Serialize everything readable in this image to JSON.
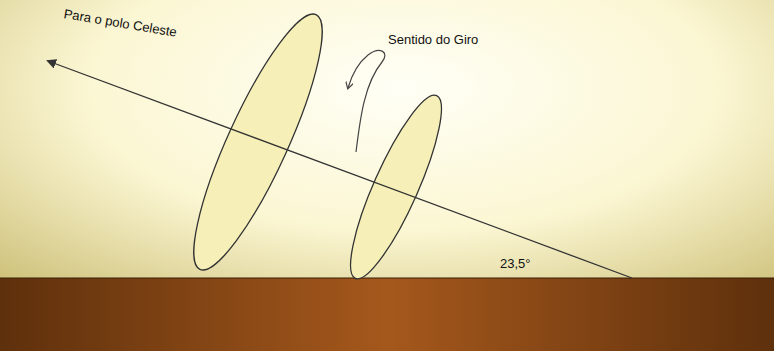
{
  "diagram": {
    "labels": [
      "Para o polo Celeste",
      "Sentido do Giro",
      "23,5°"
    ]
  }
}
